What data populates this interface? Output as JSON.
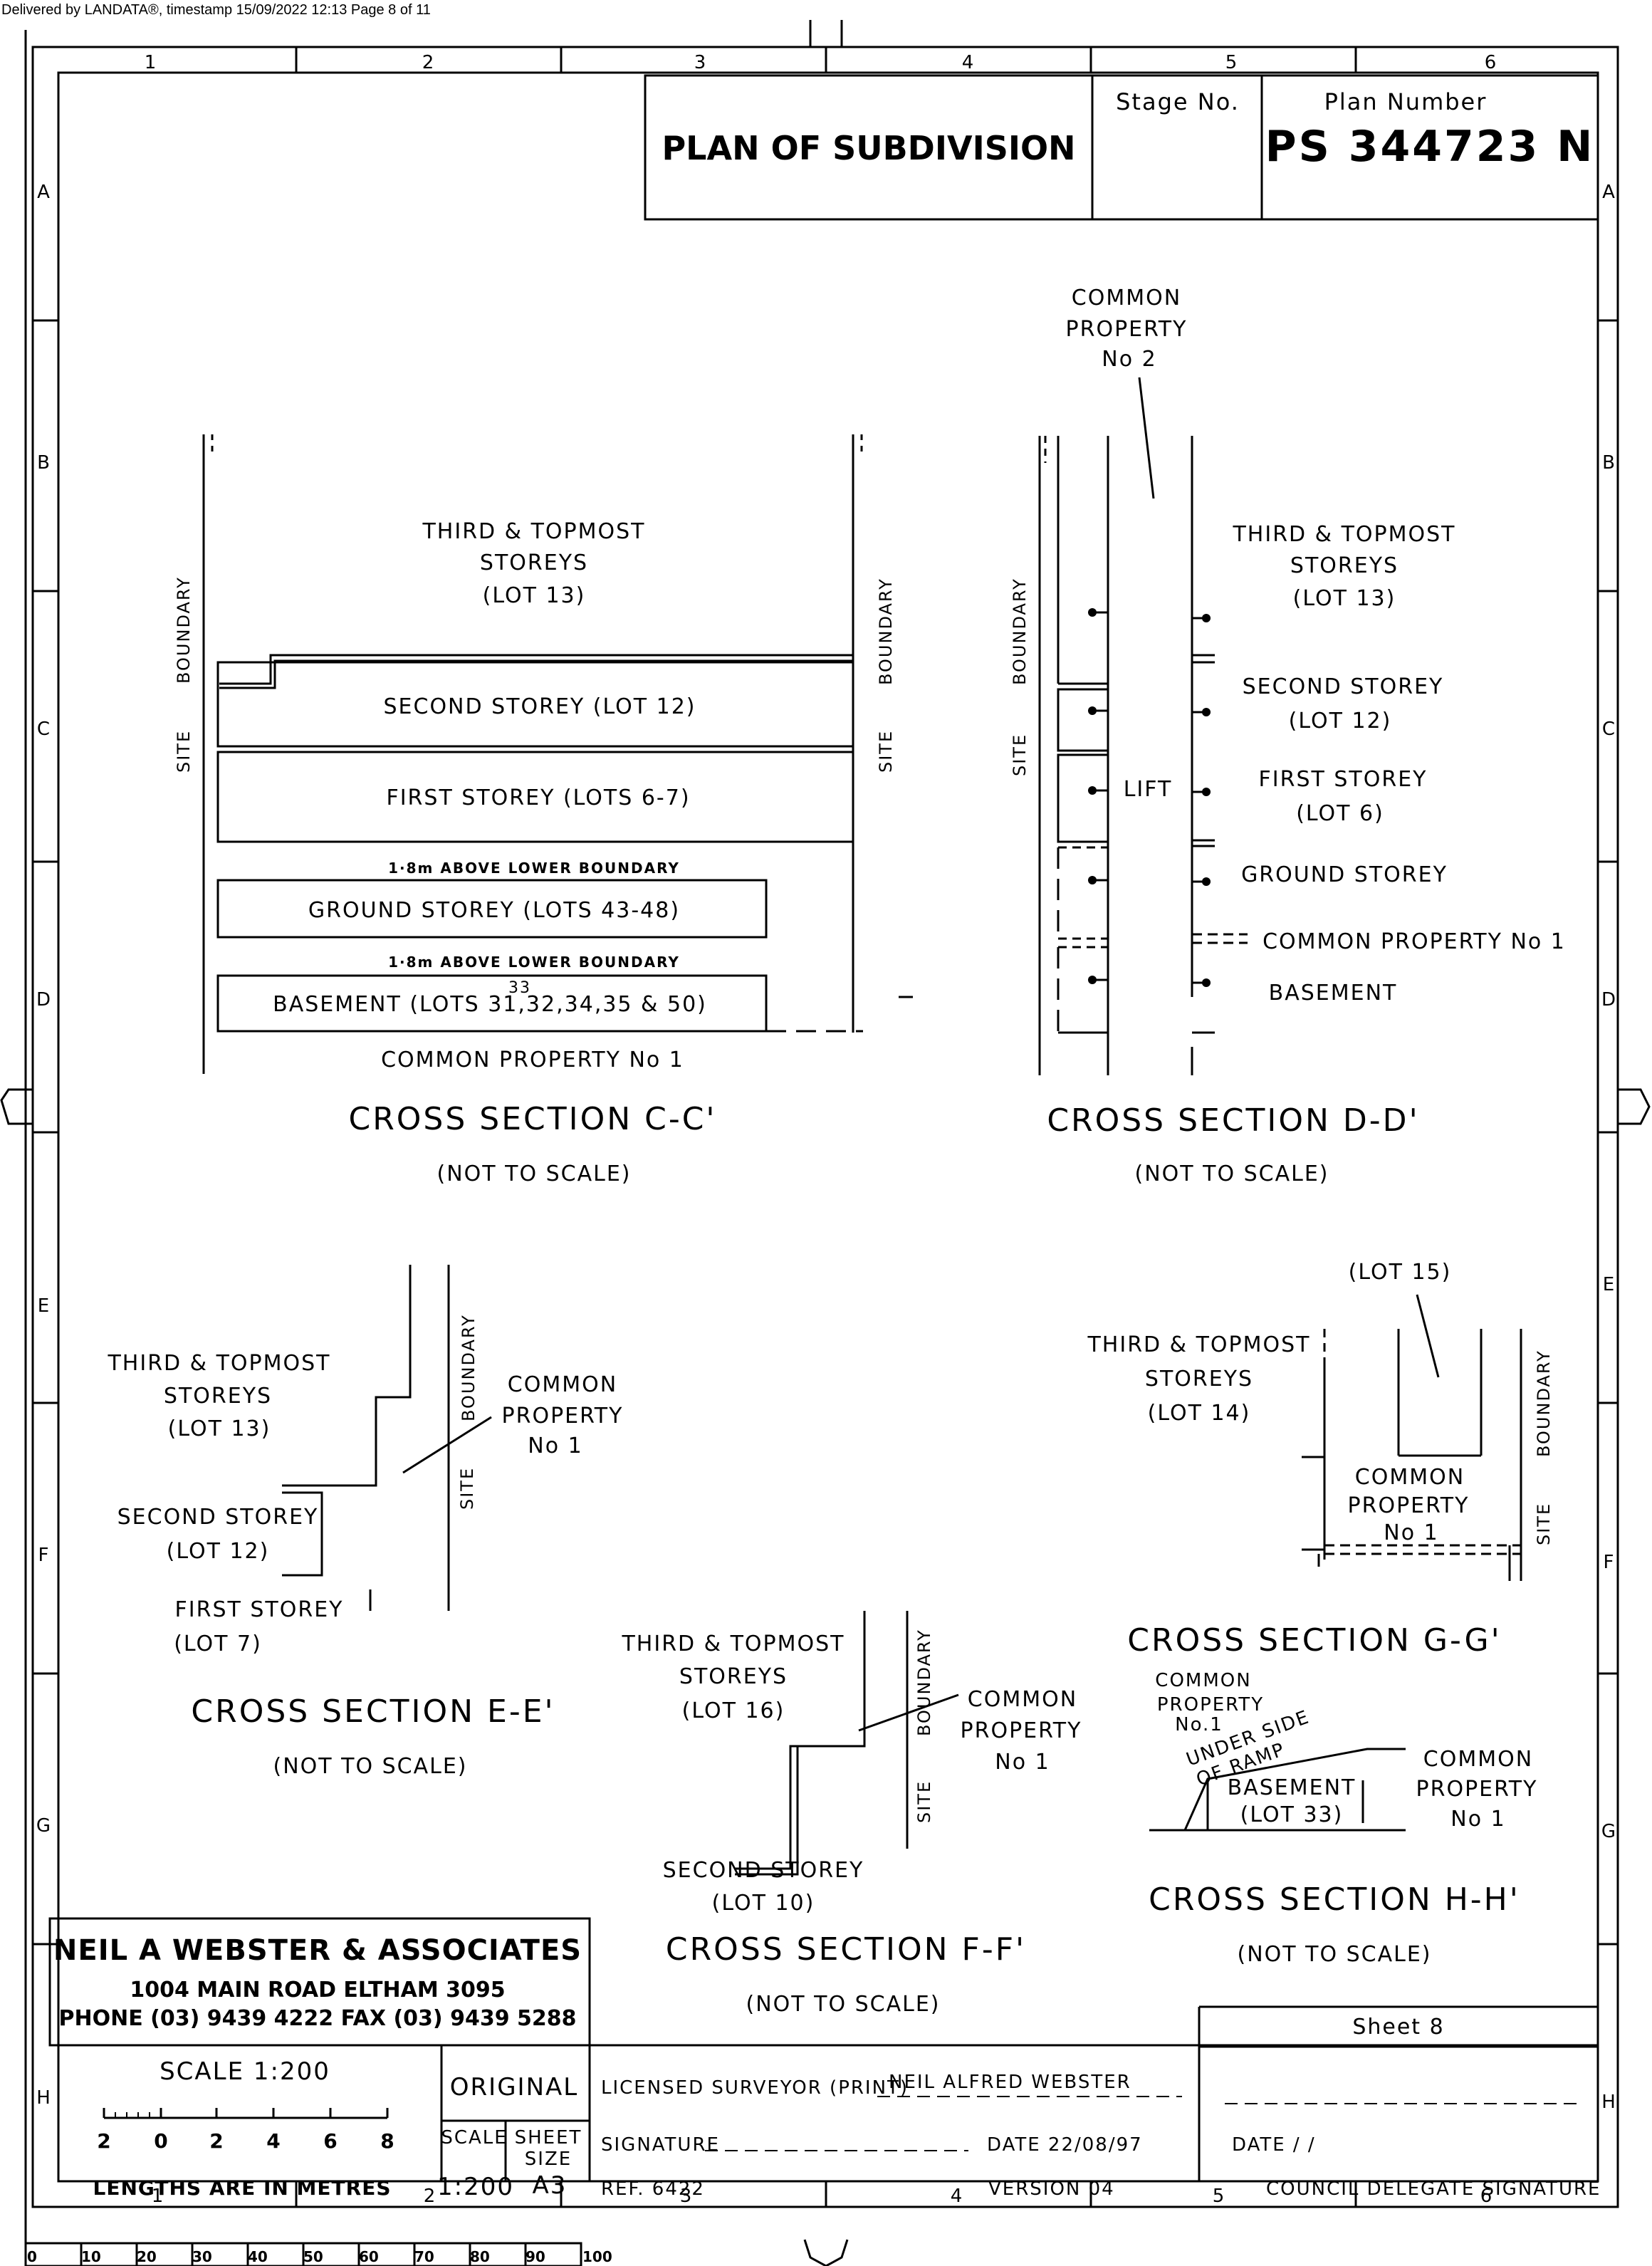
{
  "delivery": "Delivered by LANDATA®, timestamp 15/09/2022 12:13   Page 8 of 11",
  "grid": {
    "cols": [
      "1",
      "2",
      "3",
      "4",
      "5",
      "6"
    ],
    "rows": [
      "A",
      "B",
      "C",
      "D",
      "E",
      "F",
      "G",
      "H"
    ],
    "ruler": [
      "0",
      "10",
      "20",
      "30",
      "40",
      "50",
      "60",
      "70",
      "80",
      "90",
      "100"
    ]
  },
  "header": {
    "title": "PLAN OF SUBDIVISION",
    "stage_label": "Stage No.",
    "plan_label": "Plan Number",
    "plan_number": "PS 344723 N"
  },
  "cc": {
    "title": "CROSS SECTION C-C'",
    "note": "(NOT TO SCALE)",
    "site": "SITE",
    "boundary": "BOUNDARY",
    "third": [
      "THIRD & TOPMOST",
      "STOREYS",
      "(LOT 13)"
    ],
    "second": "SECOND STOREY (LOT 12)",
    "first": "FIRST STOREY (LOTS 6-7)",
    "above1": "1·8m ABOVE LOWER BOUNDARY",
    "ground": "GROUND STOREY (LOTS 43-48)",
    "above2": "1·8m ABOVE LOWER BOUNDARY",
    "basement": "BASEMENT (LOTS 31,32,34,35 & 50)",
    "basement_insert": "33",
    "cp": "COMMON PROPERTY No 1"
  },
  "dd": {
    "title": "CROSS SECTION D-D'",
    "note": "(NOT TO SCALE)",
    "site": "SITE",
    "boundary": "BOUNDARY",
    "cp2": [
      "COMMON",
      "PROPERTY",
      "No 2"
    ],
    "third": [
      "THIRD & TOPMOST",
      "STOREYS",
      "(LOT 13)"
    ],
    "second": [
      "SECOND STOREY",
      "(LOT 12)"
    ],
    "lift": "LIFT",
    "first": [
      "FIRST STOREY",
      "(LOT 6)"
    ],
    "ground": "GROUND STOREY",
    "cp1": "COMMON PROPERTY No 1",
    "basement": "BASEMENT"
  },
  "ee": {
    "title": "CROSS SECTION E-E'",
    "note": "(NOT TO SCALE)",
    "site": "SITE",
    "boundary": "BOUNDARY",
    "third": [
      "THIRD & TOPMOST",
      "STOREYS",
      "(LOT 13)"
    ],
    "cp": [
      "COMMON",
      "PROPERTY",
      "No 1"
    ],
    "second": [
      "SECOND STOREY",
      "(LOT 12)"
    ],
    "first": [
      "FIRST STOREY",
      "(LOT 7)"
    ]
  },
  "ff": {
    "title": "CROSS SECTION F-F'",
    "note": "(NOT TO SCALE)",
    "site": "SITE",
    "boundary": "BOUNDARY",
    "third": [
      "THIRD & TOPMOST",
      "STOREYS",
      "(LOT 16)"
    ],
    "cp": [
      "COMMON",
      "PROPERTY",
      "No 1"
    ],
    "second": [
      "SECOND STOREY",
      "(LOT 10)"
    ]
  },
  "gg": {
    "title": "CROSS SECTION G-G'",
    "site": "SITE",
    "boundary": "BOUNDARY",
    "lot15": "(LOT 15)",
    "third": [
      "THIRD & TOPMOST",
      "STOREYS",
      "(LOT 14)"
    ],
    "cp": [
      "COMMON",
      "PROPERTY",
      "No 1"
    ]
  },
  "hh": {
    "title": "CROSS SECTION H-H'",
    "note": "(NOT TO SCALE)",
    "cp_left": [
      "COMMON",
      "PROPERTY",
      "No.1"
    ],
    "under": [
      "UNDER SIDE",
      "OF RAMP"
    ],
    "basement": [
      "BASEMENT",
      "(LOT 33)"
    ],
    "cp_right": [
      "COMMON",
      "PROPERTY",
      "No 1"
    ]
  },
  "firm": {
    "name": "NEIL A WEBSTER & ASSOCIATES",
    "address": "1004 MAIN ROAD ELTHAM 3095",
    "phone": "PHONE (03) 9439 4222   FAX (03) 9439 5288"
  },
  "sheet": "Sheet 8",
  "scale": {
    "title": "SCALE 1:200",
    "bar": [
      "2",
      "0",
      "2",
      "4",
      "6",
      "8"
    ],
    "lengths": "LENGTHS ARE IN METRES",
    "original": "ORIGINAL",
    "scale_label": "SCALE",
    "scale_value": "1:200",
    "sheet_label": [
      "SHEET",
      "SIZE"
    ],
    "sheet_value": "A3"
  },
  "surveyor": {
    "label": "LICENSED SURVEYOR (PRINT)",
    "name": "NEIL ALFRED WEBSTER",
    "signature": "SIGNATURE",
    "date": "DATE 22/08/97",
    "ref": "REF. 6422",
    "version": "VERSION 04"
  },
  "council": {
    "date": "DATE    /   /",
    "sig": "COUNCIL DELEGATE SIGNATURE"
  }
}
